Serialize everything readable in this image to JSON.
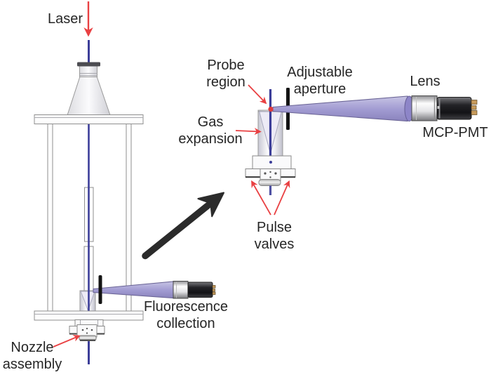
{
  "figure": {
    "labels": {
      "laser": "Laser",
      "nozzle_assembly": "Nozzle\nassembly",
      "fluorescence_collection": "Fluorescence\ncollection",
      "probe_region": "Probe\nregion",
      "gas_expansion": "Gas\nexpansion",
      "adjustable_aperture": "Adjustable\naperture",
      "lens": "Lens",
      "mcp_pmt": "MCP-PMT",
      "pulse_valves": "Pulse\nvalves"
    },
    "colors": {
      "laser_beam": "#3c3e99",
      "annotation_arrow_red": "#e94042",
      "fluorescence_cone": "#a39dd3",
      "cone_border": "#6b6596",
      "zoom_arrow_black": "#2b2b2b",
      "text": "#262626",
      "outline": "#8f8f8f",
      "aperture_bar": "#141414",
      "pmt_pins_gold": "#c79a5b"
    }
  }
}
